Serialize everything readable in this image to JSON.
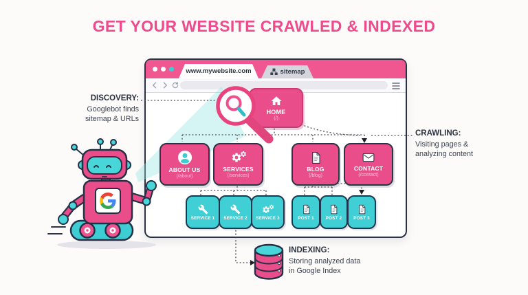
{
  "title": "GET YOUR WEBSITE CRAWLED & INDEXED",
  "browser": {
    "address_tab": "www.mywebsite.com",
    "sitemap_tab": "sitemap"
  },
  "stages": {
    "discovery": {
      "heading": "DISCOVERY:",
      "lines": [
        "Googlebot finds",
        "sitemap & URLs"
      ]
    },
    "crawling": {
      "heading": "CRAWLING:",
      "lines": [
        "Visiting pages &",
        "analyzing content"
      ]
    },
    "indexing": {
      "heading": "INDEXING:",
      "lines": [
        "Storing analyzed data",
        "in Google Index"
      ]
    }
  },
  "sitemap": {
    "home": {
      "label": "HOME",
      "path": "(/)"
    },
    "pages": [
      {
        "label": "ABOUT US",
        "path": "(/about)",
        "icon": "person-icon"
      },
      {
        "label": "SERVICES",
        "path": "(/services)",
        "icon": "gears-icon"
      },
      {
        "label": "BLOG",
        "path": "(/blog)",
        "icon": "document-icon"
      },
      {
        "label": "CONTACT",
        "path": "(/contact)",
        "icon": "envelope-icon"
      }
    ],
    "services_children": [
      {
        "label": "SERVICE 1",
        "icon": "wrench-icon"
      },
      {
        "label": "SERVICE 2",
        "icon": "wrench-icon"
      },
      {
        "label": "SERVICE 3",
        "icon": "gears-icon"
      }
    ],
    "blog_children": [
      {
        "label": "POST 1",
        "icon": "document-icon"
      },
      {
        "label": "POST 2",
        "icon": "document-icon"
      },
      {
        "label": "POST 3",
        "icon": "document-icon"
      }
    ]
  },
  "colors": {
    "pink": "#e94e8a",
    "header_pink": "#f0568f",
    "teal": "#3fcfd4",
    "outline": "#2c3347",
    "title_pink": "#ee4b8d"
  }
}
